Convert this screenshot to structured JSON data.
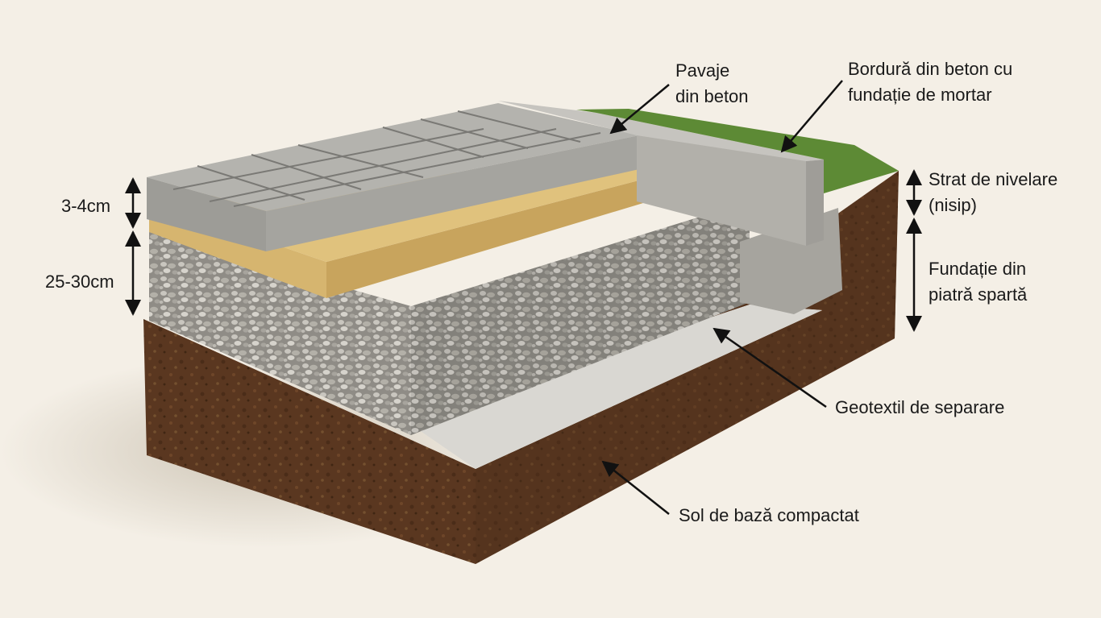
{
  "labels": {
    "pavers": "Pavaje\ndin beton",
    "curb": "Bordură din beton cu\nfundație de mortar",
    "bedding": "Strat de nivelare\n(nisip)",
    "base": "Fundație din\npiatră spartă",
    "geotextile": "Geotextil de separare",
    "subgrade": "Sol de bază compactat"
  },
  "dimensions": {
    "bedding_thickness": "3-4cm",
    "base_thickness": "25-30cm"
  },
  "colors": {
    "background": "#f4efe6",
    "paver": "#a9a8a3",
    "sand": "#d8b772",
    "gravel": "#9e9b94",
    "geotextile": "#dedcd8",
    "soil": "#5e3a22",
    "grass": "#5d8a35",
    "curb": "#b9b7b1"
  }
}
